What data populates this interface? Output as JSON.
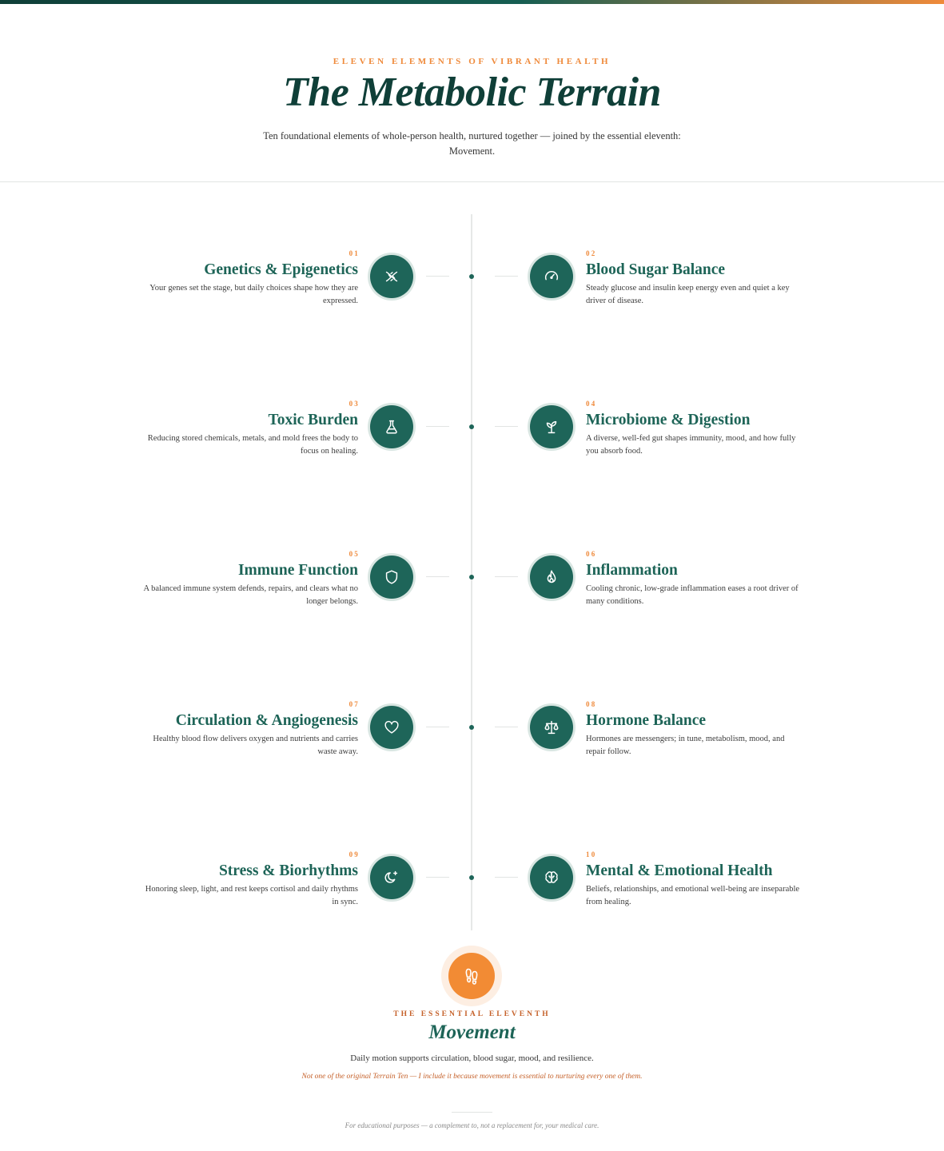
{
  "header": {
    "eyebrow": "ELEVEN ELEMENTS OF VIBRANT HEALTH",
    "title": "The Metabolic Terrain",
    "subtitle": "Ten foundational elements of whole-person health, nurtured together — joined by the essential eleventh: Movement."
  },
  "elements": [
    {
      "num": "01",
      "title": "Genetics & Epigenetics",
      "desc": "Your genes set the stage, but daily choices shape how they are expressed.",
      "icon": "dna-icon"
    },
    {
      "num": "02",
      "title": "Blood Sugar Balance",
      "desc": "Steady glucose and insulin keep energy even and quiet a key driver of disease.",
      "icon": "gauge-icon"
    },
    {
      "num": "03",
      "title": "Toxic Burden",
      "desc": "Reducing stored chemicals, metals, and mold frees the body to focus on healing.",
      "icon": "flask-icon"
    },
    {
      "num": "04",
      "title": "Microbiome & Digestion",
      "desc": "A diverse, well-fed gut shapes immunity, mood, and how fully you absorb food.",
      "icon": "sprout-icon"
    },
    {
      "num": "05",
      "title": "Immune Function",
      "desc": "A balanced immune system defends, repairs, and clears what no longer belongs.",
      "icon": "shield-icon"
    },
    {
      "num": "06",
      "title": "Inflammation",
      "desc": "Cooling chronic, low-grade inflammation eases a root driver of many conditions.",
      "icon": "flame-icon"
    },
    {
      "num": "07",
      "title": "Circulation & Angiogenesis",
      "desc": "Healthy blood flow delivers oxygen and nutrients and carries waste away.",
      "icon": "heart-icon"
    },
    {
      "num": "08",
      "title": "Hormone Balance",
      "desc": "Hormones are messengers; in tune, metabolism, mood, and repair follow.",
      "icon": "scale-icon"
    },
    {
      "num": "09",
      "title": "Stress & Biorhythms",
      "desc": "Honoring sleep, light, and rest keeps cortisol and daily rhythms in sync.",
      "icon": "moon-icon"
    },
    {
      "num": "10",
      "title": "Mental & Emotional Health",
      "desc": "Beliefs, relationships, and emotional well-being are inseparable from healing.",
      "icon": "brain-icon"
    }
  ],
  "movement": {
    "eyebrow": "THE ESSENTIAL ELEVENTH",
    "title": "Movement",
    "desc": "Daily motion supports circulation, blood sugar, mood, and resilience.",
    "note": "Not one of the original Terrain Ten — I include it because movement is essential to nurturing every one of them.",
    "icon": "footprints-icon"
  },
  "footer": {
    "note": "For educational purposes — a complement to, not a replacement for, your medical care."
  },
  "colors": {
    "primary": "#1e6559",
    "dark": "#0f3f38",
    "accent": "#ef8a3b",
    "accent_dark": "#c5612a"
  }
}
